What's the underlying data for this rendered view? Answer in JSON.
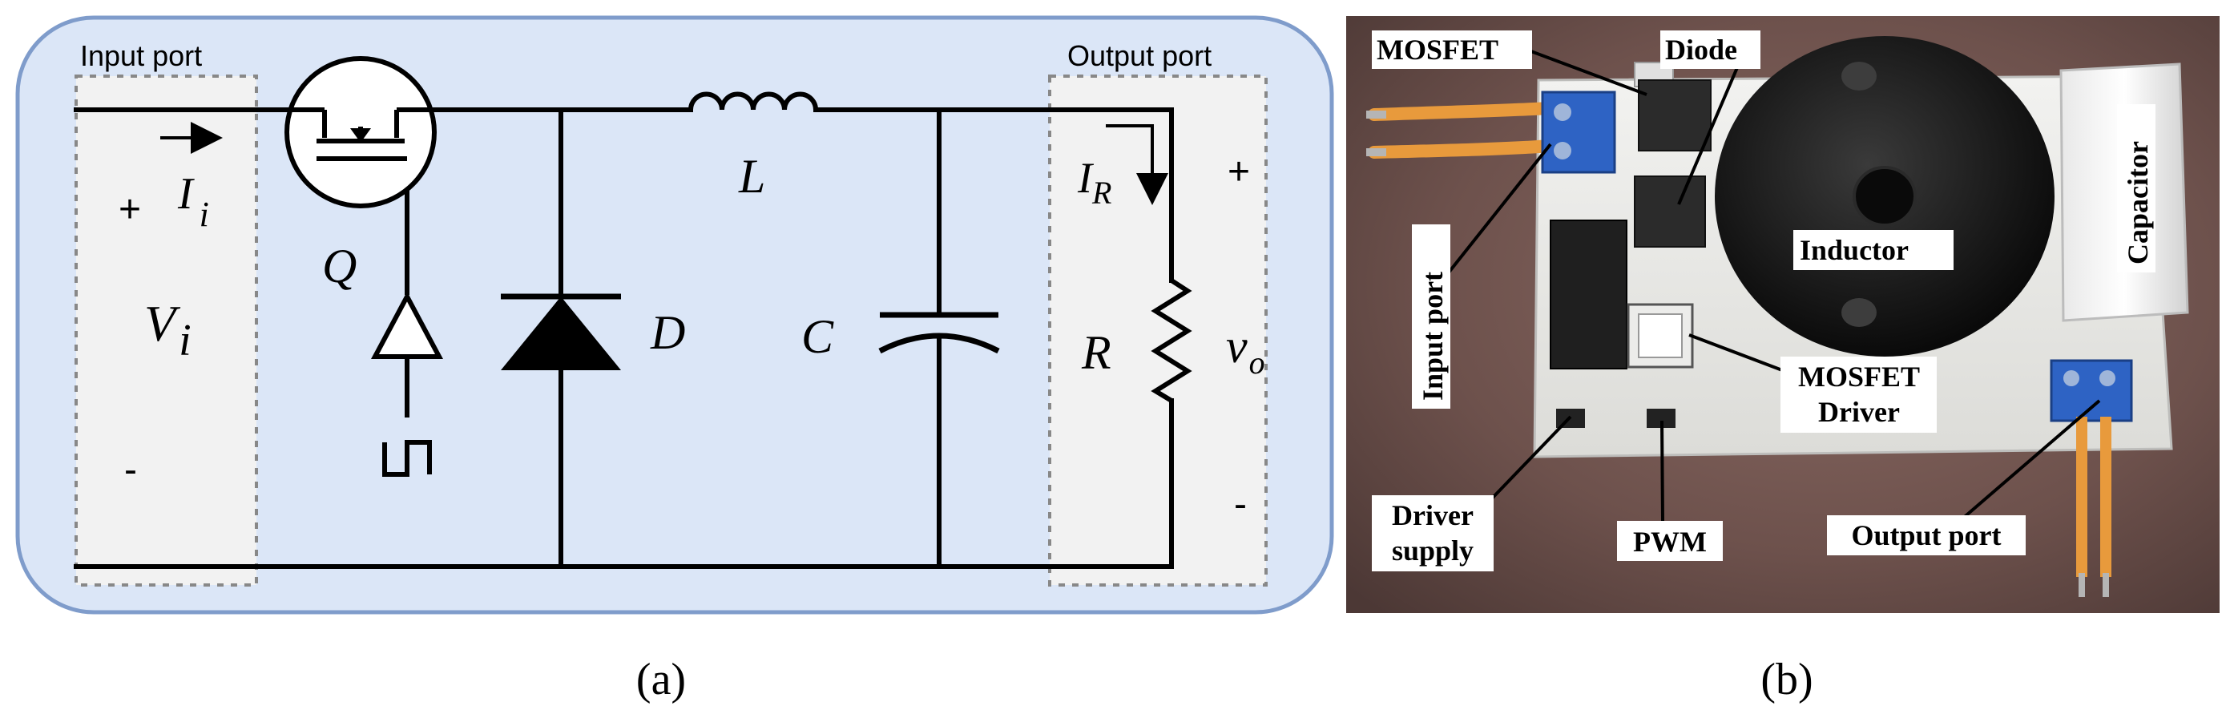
{
  "panel_a": {
    "caption": "(a)",
    "input_port_label": "Input port",
    "output_port_label": "Output port",
    "plus_in": "+",
    "minus_in": "-",
    "plus_out": "+",
    "minus_out": "-",
    "current_in": {
      "main": "I",
      "sub": "i"
    },
    "voltage_in": {
      "main": "V",
      "sub": "i"
    },
    "current_out": {
      "main": "I",
      "sub": "R"
    },
    "voltage_out": {
      "main": "v",
      "sub": "o"
    },
    "switch_label": "Q",
    "diode_label": "D",
    "inductor_label": "L",
    "capacitor_label": "C",
    "resistor_label": "R",
    "colors": {
      "panel_fill": "#dbe6f7",
      "panel_border": "#7f9ccb",
      "port_fill": "#f2f2f2",
      "wire": "#000000"
    }
  },
  "panel_b": {
    "caption": "(b)",
    "labels": {
      "mosfet": "MOSFET",
      "diode": "Diode",
      "inductor": "Inductor",
      "capacitor": "Capacitor",
      "input_port": "Input port",
      "mosfet_driver_line1": "MOSFET",
      "mosfet_driver_line2": "Driver",
      "driver_supply_line1": "Driver",
      "driver_supply_line2": "supply",
      "pwm": "PWM",
      "output_port": "Output port"
    }
  }
}
